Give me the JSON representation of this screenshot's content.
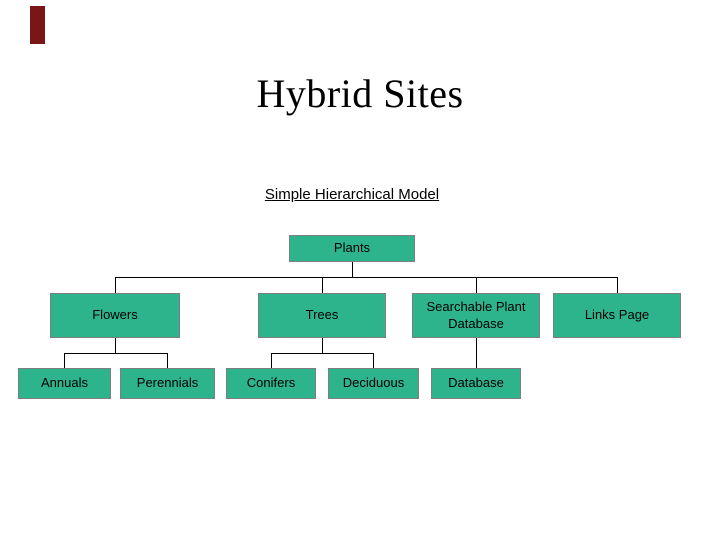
{
  "slide": {
    "title": "Hybrid Sites",
    "diagram_title": "Simple Hierarchical Model"
  },
  "colors": {
    "background": "#ffffff",
    "box_fill": "#2eb48c",
    "box_border": "#7f7f7f",
    "line": "#000000",
    "accent_bar": "#7a1616",
    "text": "#000000"
  },
  "chart_data": {
    "type": "table",
    "title": "Simple Hierarchical Model",
    "hierarchy": {
      "root": "Plants",
      "children": [
        {
          "label": "Flowers",
          "children": [
            "Annuals",
            "Perennials"
          ]
        },
        {
          "label": "Trees",
          "children": [
            "Conifers",
            "Deciduous"
          ]
        },
        {
          "label": "Searchable Plant Database",
          "children": [
            "Database"
          ]
        },
        {
          "label": "Links Page",
          "children": []
        }
      ]
    }
  },
  "diagram": {
    "nodes": {
      "plants": "Plants",
      "flowers": "Flowers",
      "trees": "Trees",
      "searchable": "Searchable Plant Database",
      "links": "Links Page",
      "annuals": "Annuals",
      "perennials": "Perennials",
      "conifers": "Conifers",
      "deciduous": "Deciduous",
      "database": "Database"
    }
  }
}
